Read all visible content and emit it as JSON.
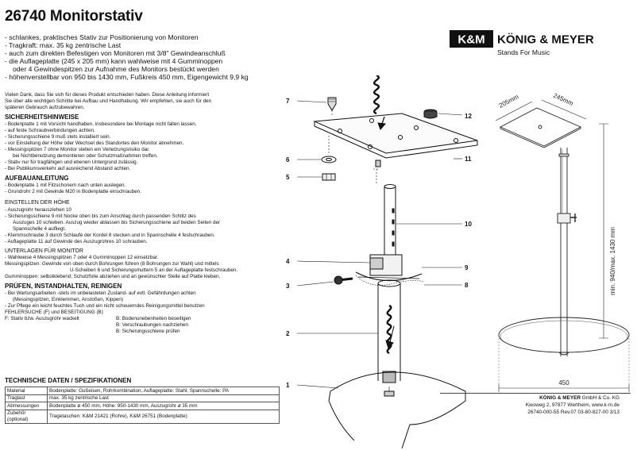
{
  "title": "26740 Monitorstativ",
  "intro": [
    "- schlankes, praktisches Stativ zur Positionierung von Monitoren",
    "- Tragkraft: max. 35 kg zentrische Last",
    "- auch zum direkten Befestigen von Monitoren mit 3/8\" Gewindeanschluß",
    "- die Auflageplatte (245 x 205 mm) kann wahlweise mit 4 Gumminoppen",
    "  oder 4 Gewindespitzen zur Aufnahme des Monitors bestückt werden",
    "- höhenverstellbar von 950 bis 1430 mm, Fußkreis 450 mm, Eigengewicht 9,9 kg"
  ],
  "thanks": [
    "Vielen Dank, dass Sie sich für dieses Produkt entschieden haben. Diese Anleitung informiert",
    "Sie über alle wichtigen Schritte bei Aufbau und Handhabung. Wir empfehlen, sie auch für den",
    "späteren Gebrauch aufzubewahren."
  ],
  "safety": {
    "heading": "SICHERHEITSHINWEISE",
    "lines": [
      "- Bodenplatte 1 mit Vorsicht handhaben, insbesondere bei Montage nicht fallen lassen.",
      "- auf feste Schraubverbindungen achten.",
      "- Sicherungsschiene 9 muß stets installiert sein.",
      "- vor Einstellung der Höhe oder Wechsel des Standortes den Monitor abnehmen.",
      "- Messingspitzen 7 ohne Monitor stellen ein Verletzungsrisiko dar.",
      "  bei Nichtbenutzung demontieren oder Schutzmaßnahmen treffen.",
      "- Stativ nur für tragfähigen und ebenen Untergrund zulässig.",
      "- Bei Publikumsverkehr auf ausreichend Abstand achten."
    ]
  },
  "assembly": {
    "heading": "AUFBAUANLEITUNG",
    "lines": [
      "- Bodenplatte 1 mit Filzschonern nach unten auslegen.",
      "- Grundrohr 2 mit Gewinde M20 in Bodenplatte einschrauben."
    ]
  },
  "height": {
    "heading": "EINSTELLEN DER HÖHE",
    "lines": [
      "- Auszugrohr herausziehen 10",
      "- Sicherungsschiene 9 mit Nocke oben bis zum Anschlag durch passenden Schlitz des",
      "  Auszuges 10 schieben. Auszug wieder ablassen  bis Sicherungsschiene auf beiden Seiten der",
      "  Spannschelle 4 aufliegt.",
      "- Klemmschraube 3 durch Schlaufe der Kordel 8 stecken und in Spannschelle 4 festschrauben.",
      "- Auflageplatte 11 auf Gewinde des Auszugrohres 10 schrauben."
    ]
  },
  "pads": {
    "heading": "UNTERLAGEN FÜR MONITOR",
    "lines": [
      "- Wahlweise 4 Messingspitzen 7 oder 4 Gumminoppen 12 einsetzbar.",
      "Messingspitzen: Gewinde von oben durch Bohrungen führen (8 Bohrungen zur Wahl) und mittels",
      "U-Scheiben 6 und Sicherungsmuttern 5 an der Auflageplatte festschrauben.",
      "Gumminoppen: selbstklebend; Schutzfolie abziehen und an gewünschter Stelle auf Platte kleben."
    ]
  },
  "care": {
    "heading": "PRÜFEN, INSTANDHALTEN, REINIGEN",
    "lines": [
      "- Bei Wartungsarbeiten -stets im unbelasteten Zustand- auf evtl. Gefährdungen achten",
      "  (Messingspitzen, Einklemmen, Anstoßen, Kippen)",
      "- Zur Pflege ein leicht feuchtes Tuch und ein nicht scheuerndes Reinigungsmittel benutzen"
    ]
  },
  "faults": {
    "heading": "FEHLERSUCHE (F) und BESEITIGUNG (B)",
    "f": "F: Stativ bzw. Auszugrohr wackelt",
    "b": [
      "B: Bodenunebenheiten beseitigen",
      "B: Verschraubungen nachziehen",
      "B: Sicherungsschiene prüfen"
    ]
  },
  "specs": {
    "heading": "TECHNISCHE DATEN / SPEZIFIKATIONEN",
    "rows": [
      {
        "k": "Material",
        "v": "Bodenplatte: Gußeisen, Rohrkombination, Auflageplatte: Stahl, Spannschelle: PA"
      },
      {
        "k": "Traglast",
        "v": "max. 35 kg zentrische Last"
      },
      {
        "k": "Abmessungen",
        "v": "Bodenplatte ø 450 mm, Höhe: 950-1430 mm, Auszugrohr ø 35 mm"
      },
      {
        "k": "Zubehör (optional)",
        "v": "Tragetaschen: K&M 21421 (Rohre), K&M 26751 (Bodenplatte)"
      }
    ]
  },
  "brand": {
    "km": "K&M",
    "name": "KÖNIG & MEYER",
    "tagline": "Stands For Music"
  },
  "footer": {
    "company": "KÖNIG & MEYER",
    "company_suffix": "GmbH & Co. KG",
    "address": "Kiesweg 2, 97877 Wertheim, www.k-m.de",
    "codes": "26740-000-55  Rev.07  03-80-827-00  3/13"
  },
  "diagram": {
    "callouts": {
      "c7": "7",
      "c12": "12",
      "c6": "6",
      "c11": "11",
      "c5": "5",
      "c10": "10",
      "c4": "4",
      "c9": "9",
      "c3": "3",
      "c8": "8",
      "c2": "2",
      "c1": "1"
    },
    "dim_205": "205mm",
    "dim_245": "245mm",
    "dim_height": "min. 940/max. 1430 mm",
    "dim_base": "450"
  }
}
